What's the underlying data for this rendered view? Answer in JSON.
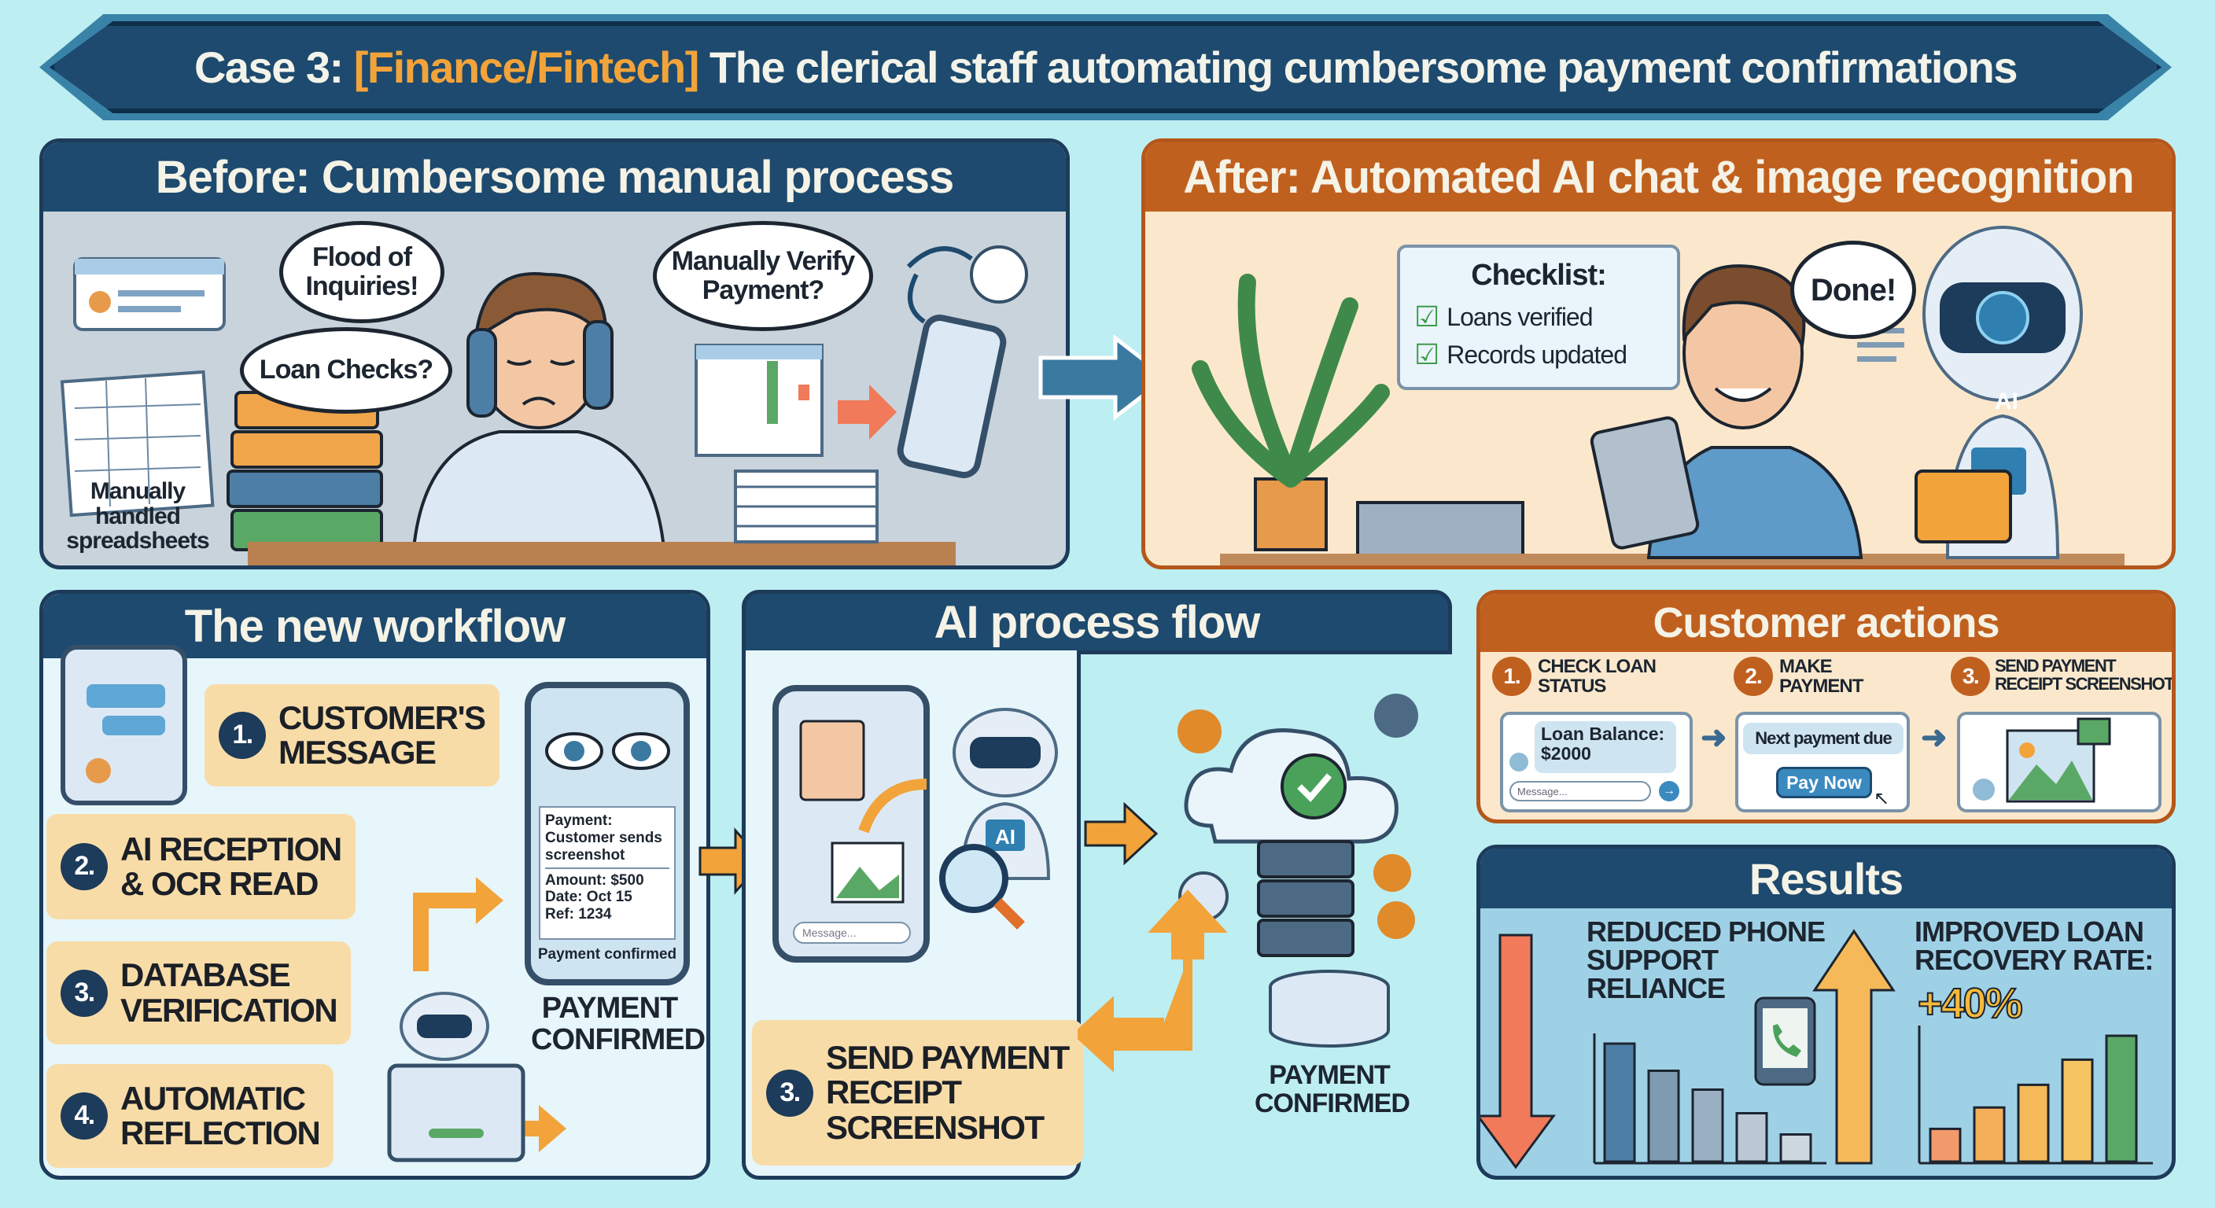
{
  "title": {
    "prefix": "Case 3: ",
    "highlight": "[Finance/Fintech]",
    "rest": " The clerical staff automating cumbersome payment confirmations"
  },
  "colors": {
    "navy": "#1d4a6e",
    "orange": "#c0601f",
    "accent_yellow": "#f2a33a",
    "background": "#bdeef2",
    "green": "#4aa25a",
    "red_arrow": "#f07a5a"
  },
  "before": {
    "heading": "Before: Cumbersome manual process",
    "bubbles": [
      "Flood of\nInquiries!",
      "Loan Checks?",
      "Manually Verify\nPayment?"
    ],
    "caption": "Manually\nhandled\nspreadsheets"
  },
  "after": {
    "heading": "After: Automated AI chat & image recognition",
    "checklist": {
      "title": "Checklist:",
      "items": [
        "Loans verified",
        "Records updated"
      ]
    },
    "bubble": "Done!",
    "robot_badge": "AI"
  },
  "workflow": {
    "heading": "The new workflow",
    "steps": [
      {
        "num": "1.",
        "label": "CUSTOMER'S\nMESSAGE"
      },
      {
        "num": "2.",
        "label": "AI RECEPTION\n& OCR READ"
      },
      {
        "num": "3.",
        "label": "DATABASE\nVERIFICATION"
      },
      {
        "num": "4.",
        "label": "AUTOMATIC\nREFLECTION"
      }
    ],
    "receipt": {
      "title": "Payment:",
      "subtitle": "Customer sends\nscreenshot",
      "lines": [
        "Amount: $500",
        "Date: Oct 15",
        "Ref: 1234"
      ],
      "footer": "Payment confirmed"
    },
    "caption": "PAYMENT\nCONFIRMED"
  },
  "ai_flow": {
    "heading": "AI process flow",
    "message_placeholder": "Message...",
    "robot_badge": "AI",
    "step": {
      "num": "3.",
      "label": "SEND PAYMENT\nRECEIPT\nSCREENSHOT"
    },
    "caption": "PAYMENT\nCONFIRMED"
  },
  "customer": {
    "heading": "Customer actions",
    "steps": [
      {
        "num": "1.",
        "label": "CHECK LOAN\nSTATUS",
        "bubble": "Loan Balance:\n$2000",
        "placeholder": "Message..."
      },
      {
        "num": "2.",
        "label": "MAKE\nPAYMENT",
        "bubble": "Next payment due",
        "button": "Pay Now"
      },
      {
        "num": "3.",
        "label": "SEND PAYMENT\nRECEIPT SCREENSHOT"
      }
    ]
  },
  "results": {
    "heading": "Results",
    "left": {
      "label": "REDUCED PHONE\nSUPPORT\nRELIANCE",
      "trend": "down",
      "bars": [
        100,
        77,
        61,
        41,
        23
      ],
      "bar_colors": [
        "#4d7fa6",
        "#7f9bb3",
        "#9ab0c2",
        "#b9c8d4",
        "#cdd7df"
      ]
    },
    "right": {
      "label": "IMPROVED LOAN\nRECOVERY RATE:",
      "value": "+40%",
      "trend": "up",
      "bars": [
        26,
        43,
        61,
        81,
        100
      ],
      "bar_colors": [
        "#f39a6c",
        "#f5ae5a",
        "#f5b95a",
        "#f6c463",
        "#5aa866"
      ]
    }
  }
}
